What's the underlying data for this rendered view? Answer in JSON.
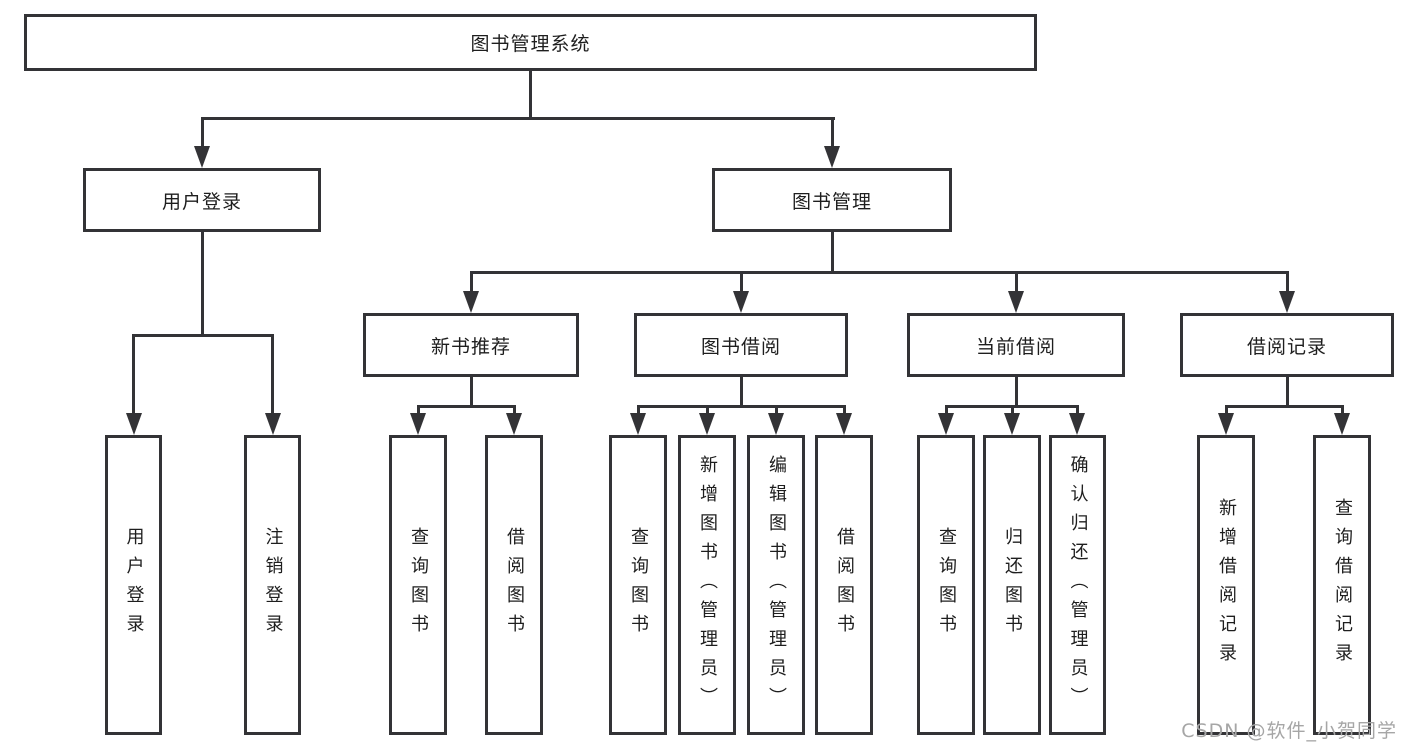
{
  "diagram": {
    "title": "图书管理系统",
    "watermark": "CSDN @软件_小贺同学",
    "colors": {
      "line": "#333336",
      "text": "#1e1e1e",
      "background": "#ffffff",
      "watermark": "#a6a6a6"
    },
    "nodes": {
      "root": {
        "label": "图书管理系统"
      },
      "user_login": {
        "label": "用户登录"
      },
      "book_mgmt": {
        "label": "图书管理"
      },
      "new_book_rec": {
        "label": "新书推荐"
      },
      "book_borrow": {
        "label": "图书借阅"
      },
      "current_borrow": {
        "label": "当前借阅"
      },
      "borrow_records": {
        "label": "借阅记录"
      },
      "leaf_user_login": {
        "label": "用户登录"
      },
      "leaf_logout": {
        "label": "注销登录"
      },
      "leaf_query_book_1": {
        "label": "查询图书"
      },
      "leaf_borrow_book_1": {
        "label": "借阅图书"
      },
      "leaf_query_book_2": {
        "label": "查询图书"
      },
      "leaf_add_book": {
        "label": "新增图书（管理员）"
      },
      "leaf_edit_book": {
        "label": "编辑图书（管理员）"
      },
      "leaf_borrow_book_2": {
        "label": "借阅图书"
      },
      "leaf_query_book_3": {
        "label": "查询图书"
      },
      "leaf_return_book": {
        "label": "归还图书"
      },
      "leaf_confirm_return": {
        "label": "确认归还（管理员）"
      },
      "leaf_add_record": {
        "label": "新增借阅记录"
      },
      "leaf_query_record": {
        "label": "查询借阅记录"
      }
    },
    "hierarchy_note": "root > [user_login > 2 leaves] and [book_mgmt > 4 modules > 11 leaves]"
  }
}
